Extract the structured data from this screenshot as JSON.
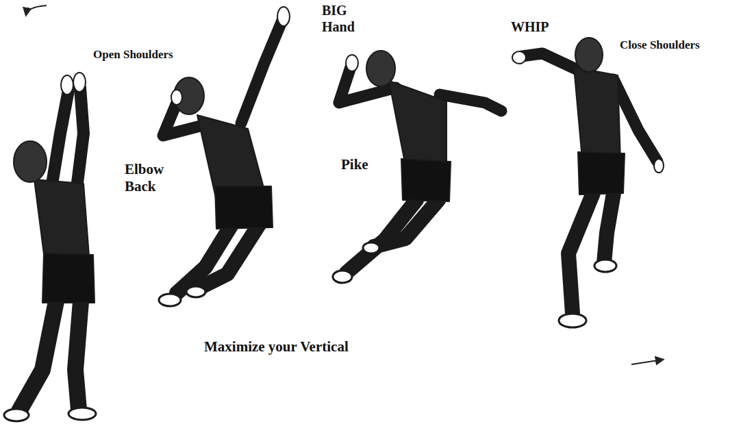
{
  "diagram": {
    "labels": [
      "Open Shoulders",
      "Elbow Back",
      "BIG Hand",
      "Pike",
      "WHIP",
      "Close Shoulders",
      "Maximize your Vertical"
    ]
  }
}
